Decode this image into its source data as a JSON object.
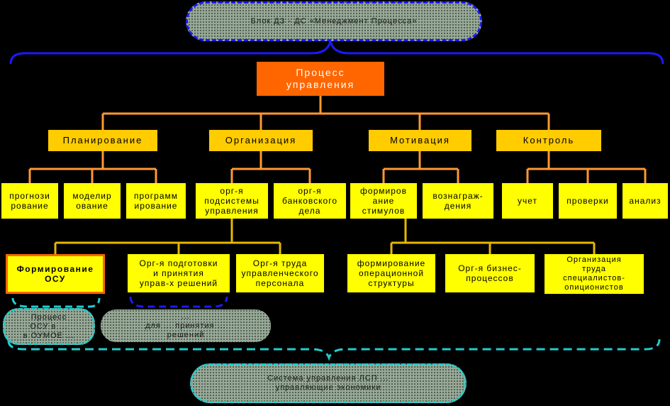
{
  "nodes": {
    "root": "Процесс\nуправления",
    "planning": "Планирование",
    "organization": "Организация",
    "motivation": "Мотивация",
    "control": "Контроль",
    "forecasting": "прогнози\nрование",
    "modeling": "моделир\nование",
    "programming": "программ\nирование",
    "org_subsystem": "орг-я\nподсистемы\nуправления",
    "org_banking": "орг-я\nбанковского\nдела",
    "stimuli": "формиров\nание\nстимулов",
    "reward": "вознаграж-\nдения",
    "accounting": "учет",
    "audits": "проверки",
    "analysis": "анализ",
    "form_osu": "Формирование\nОСУ",
    "decisions": "Орг-я подготовки\nи принятия\nуправ-х решений",
    "mgmt_labor": "Орг-я труда\nуправленческого\nперсонала",
    "op_structure": "формирование\nоперационной\nструктуры",
    "biz_processes": "Орг-я бизнес-\nпроцессов",
    "specialists": "Организация\nтруда\nспециалистов-\nопиционистов"
  },
  "notes": {
    "top_pill": "Блок ДЗ - ДС «Менеджмент Процесса»",
    "left_pill": "Процесс\nОСУ в ...\nв ОУМОЕ ...",
    "mid_pill": "...\nдля ... принятия ...\nрешений",
    "bottom_pill": "Система управления ЛСП ...\nуправляющие  экономики"
  },
  "colors": {
    "background": "#000000",
    "root_fill": "#ff6600",
    "level1_fill": "#ffcc00",
    "level2_fill": "#ffff00",
    "connector": "#ff9933",
    "connector_lower": "#e6b800",
    "brace": "#1a1aff",
    "cyan_dash": "#22cccc"
  }
}
